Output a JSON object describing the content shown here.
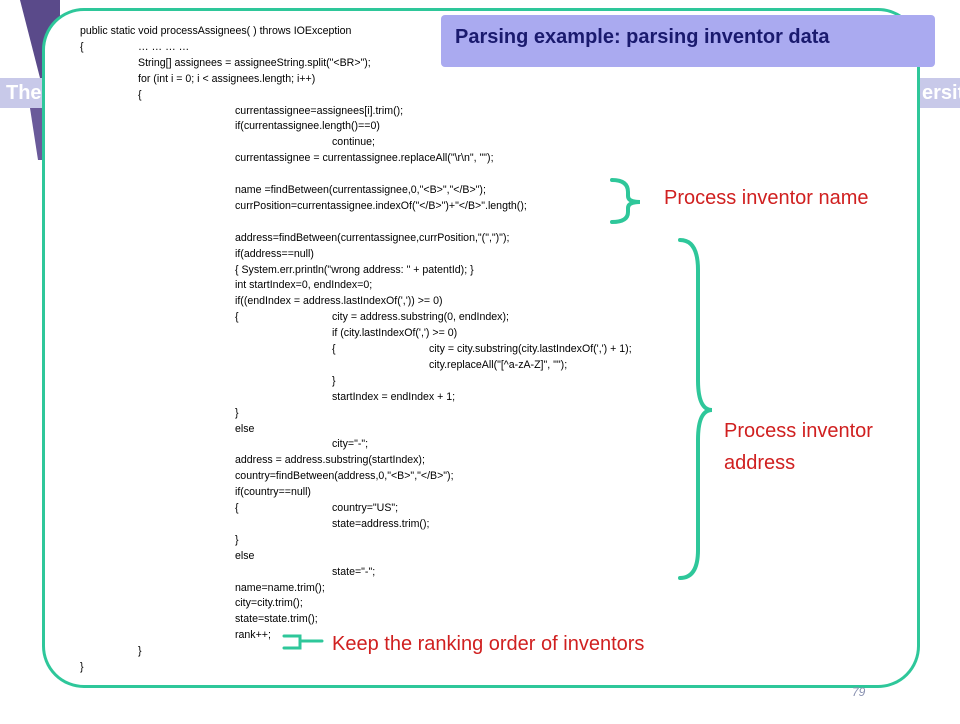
{
  "background": {
    "left_text": "The",
    "right_text": "ersity"
  },
  "slide": {
    "title": "Parsing example: parsing inventor data",
    "page_number": "79",
    "code_lines": [
      "public static void processAssignees( ) throws IOException",
      "{",
      "String[] assignees = assigneeString.split(\"<BR>\");",
      "for (int i = 0; i < assignees.length; i++)",
      "{",
      "currentassignee=assignees[i].trim();",
      "if(currentassignee.length()==0)",
      "continue;",
      "currentassignee = currentassignee.replaceAll(\"\\r\\n\", \"\");",
      "",
      "name =findBetween(currentassignee,0,\"<B>\",\"</B>\");",
      "currPosition=currentassignee.indexOf(\"</B>\")+\"</B>\".length();",
      "",
      "address=findBetween(currentassignee,currPosition,\"(\",\")\");",
      "if(address==null)",
      "{ System.err.println(\"wrong address: \" + patentId); }",
      "int startIndex=0, endIndex=0;",
      "if((endIndex = address.lastIndexOf(',')) >= 0)",
      "{",
      "if (city.lastIndexOf(',') >= 0)",
      "{",
      "city.replaceAll(\"[^a-zA-Z]\", \"\");",
      "}",
      "startIndex = endIndex + 1;",
      "}",
      "else",
      "city=\"-\";",
      "address = address.substring(startIndex);",
      "country=findBetween(address,0,\"<B>\",\"</B>\");",
      "if(country==null)",
      "{",
      "state=address.trim();",
      "}",
      "else",
      "state=\"-\";",
      "name=name.trim();",
      "city=city.trim();",
      "state=state.trim();",
      "rank++;",
      "}",
      "}"
    ],
    "code_inline": {
      "ellipsis": "… … … …",
      "city_substring": "city = address.substring(0, endIndex);",
      "city_lastindex": "city = city.substring(city.lastIndexOf(',') + 1);",
      "country_us": "country=\"US\";"
    },
    "annotations": {
      "name": "Process inventor name",
      "address_line1": "Process inventor",
      "address_line2": "address",
      "rank": "Keep the ranking order of inventors"
    },
    "colors": {
      "frame": "#2ec79a",
      "title_bg": "#aaaaf0",
      "title_text": "#1a1a6e",
      "annotation": "#d02020"
    }
  }
}
